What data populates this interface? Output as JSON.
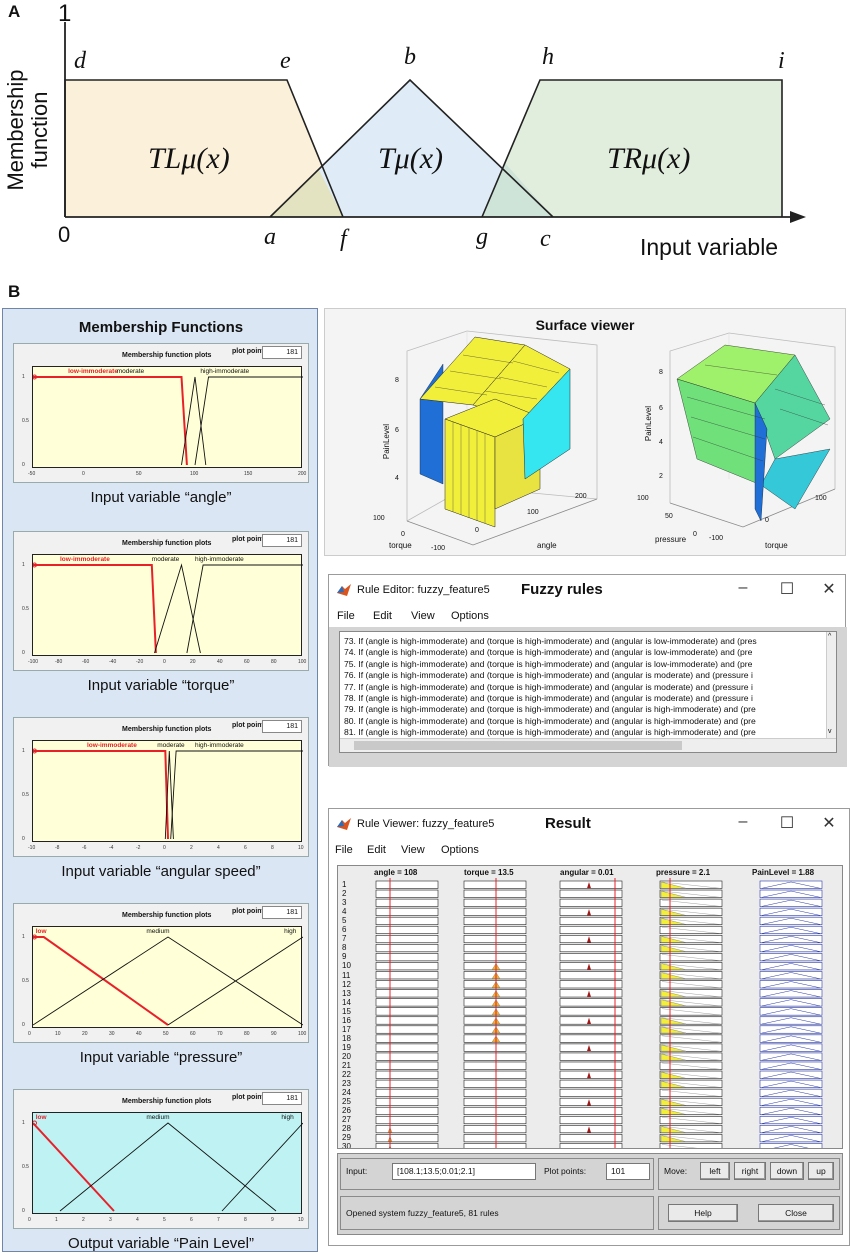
{
  "panel_a": {
    "panel_label": "A",
    "y_top_label": "1",
    "origin_label": "0",
    "y_axis_label_line1": "Membership",
    "y_axis_label_line2": "function",
    "x_axis_label": "Input variable",
    "points": {
      "d": "d",
      "e": "e",
      "b": "b",
      "h": "h",
      "i": "i",
      "a": "a",
      "f": "f",
      "g": "g",
      "c": "c"
    },
    "functions": {
      "left": "TLμ(x)",
      "middle": "Tμ(x)",
      "right": "TRμ(x)"
    },
    "colors": {
      "left": "#fbf0da",
      "middle": "#dfecf7",
      "right": "#e2eedd",
      "overlap_left": "#e3e3c2",
      "overlap_right": "#cfe4d9"
    }
  },
  "panel_b": {
    "panel_label": "B",
    "mf_heading": "Membership Functions",
    "mf_plots": [
      {
        "title": "Membership function plots",
        "plot_points_label": "plot points:",
        "plot_points": "181",
        "labels": [
          "low-immoderate",
          "moderate",
          "high-immoderate"
        ],
        "ticks": [
          "-50",
          "0",
          "50",
          "100",
          "150",
          "200"
        ],
        "y_ticks": [
          "1",
          "0.5",
          "0"
        ],
        "caption": "Input variable “angle”",
        "bg": "#ffffd8"
      },
      {
        "title": "Membership function plots",
        "plot_points_label": "plot points:",
        "plot_points": "181",
        "labels": [
          "low-immoderate",
          "moderate",
          "high-immoderate"
        ],
        "ticks": [
          "-100",
          "-80",
          "-60",
          "-40",
          "-20",
          "0",
          "20",
          "40",
          "60",
          "80",
          "100"
        ],
        "y_ticks": [
          "1",
          "0.5",
          "0"
        ],
        "caption": "Input variable “torque”",
        "bg": "#ffffd8"
      },
      {
        "title": "Membership function plots",
        "plot_points_label": "plot points:",
        "plot_points": "181",
        "labels": [
          "low-immoderate",
          "moderate",
          "high-immoderate"
        ],
        "ticks": [
          "-10",
          "-8",
          "-6",
          "-4",
          "-2",
          "0",
          "2",
          "4",
          "6",
          "8",
          "10"
        ],
        "y_ticks": [
          "1",
          "0.5",
          "0"
        ],
        "caption": "Input variable “angular speed”",
        "bg": "#ffffd8"
      },
      {
        "title": "Membership function plots",
        "plot_points_label": "plot points:",
        "plot_points": "181",
        "labels": [
          "low",
          "medium",
          "high"
        ],
        "ticks": [
          "0",
          "10",
          "20",
          "30",
          "40",
          "50",
          "60",
          "70",
          "80",
          "90",
          "100"
        ],
        "y_ticks": [
          "1",
          "0.5",
          "0"
        ],
        "caption": "Input variable “pressure”",
        "bg": "#ffffd8"
      },
      {
        "title": "Membership function plots",
        "plot_points_label": "plot points:",
        "plot_points": "181",
        "labels": [
          "low",
          "medium",
          "high"
        ],
        "ticks": [
          "0",
          "1",
          "2",
          "3",
          "4",
          "5",
          "6",
          "7",
          "8",
          "9",
          "10"
        ],
        "y_ticks": [
          "1",
          "0.5",
          "0"
        ],
        "caption": "Output variable “Pain Level”",
        "bg": "#bff3f3"
      }
    ],
    "surface": {
      "title": "Surface viewer",
      "left": {
        "z_label": "PainLevel",
        "x_label": "angle",
        "y_label": "torque",
        "x_ticks": [
          "0",
          "100",
          "200"
        ],
        "y_ticks": [
          "100",
          "0",
          "-100"
        ],
        "z_ticks": [
          "8",
          "6",
          "4"
        ]
      },
      "right": {
        "z_label": "PainLevel",
        "x_label": "torque",
        "y_label": "pressure",
        "x_ticks": [
          "-100",
          "0",
          "100"
        ],
        "y_ticks": [
          "100",
          "50",
          "0"
        ],
        "z_ticks": [
          "8",
          "6",
          "4",
          "2"
        ]
      }
    },
    "rule_editor": {
      "window_title": "Rule Editor: fuzzy_feature5",
      "heading": "Fuzzy rules",
      "menu": [
        "File",
        "Edit",
        "View",
        "Options"
      ],
      "rules": [
        "73. If (angle is high-immoderate) and (torque is high-immoderate) and (angular is low-immoderate) and (pres",
        "74. If (angle is high-immoderate) and (torque is high-immoderate) and (angular is low-immoderate) and (pre",
        "75. If (angle is high-immoderate) and (torque is high-immoderate) and (angular is low-immoderate) and (pre",
        "76. If (angle is high-immoderate) and (torque is high-immoderate) and (angular is moderate) and (pressure i",
        "77. If (angle is high-immoderate) and (torque is high-immoderate) and (angular is moderate) and (pressure i",
        "78. If (angle is high-immoderate) and (torque is high-immoderate) and (angular is moderate) and (pressure i",
        "79. If (angle is high-immoderate) and (torque is high-immoderate) and (angular is high-immoderate) and (pre",
        "80. If (angle is high-immoderate) and (torque is high-immoderate) and (angular is high-immoderate) and (pre",
        "81. If (angle is high-immoderate) and (torque is high-immoderate) and (angular is high-immoderate) and (pre"
      ]
    },
    "rule_viewer": {
      "window_title": "Rule Viewer: fuzzy_feature5",
      "heading": "Result",
      "menu": [
        "File",
        "Edit",
        "View",
        "Options"
      ],
      "columns": [
        "angle = 108",
        "torque = 13.5",
        "angular = 0.01",
        "pressure = 2.1",
        "PainLevel = 1.88"
      ],
      "rule_count": 30,
      "input_label": "Input:",
      "input_value": "[108.1;13.5;0.01;2.1]",
      "plot_points_label": "Plot points:",
      "plot_points": "101",
      "move_label": "Move:",
      "move_buttons": [
        "left",
        "right",
        "down",
        "up"
      ],
      "status": "Opened system fuzzy_feature5, 81 rules",
      "help_label": "Help",
      "close_label": "Close"
    },
    "colors": {
      "mf_bg": "#ffffd8",
      "out_bg": "#bff3f3",
      "highlight": "#e8202a",
      "blue_panel": "#dbe6f4",
      "surface_yellow": "#f2ef3b",
      "surface_cyan": "#35e6f0",
      "surface_blue": "#1f6fd6"
    }
  },
  "icons": [
    "matlab-icon",
    "minimize-icon",
    "maximize-icon",
    "close-icon"
  ]
}
